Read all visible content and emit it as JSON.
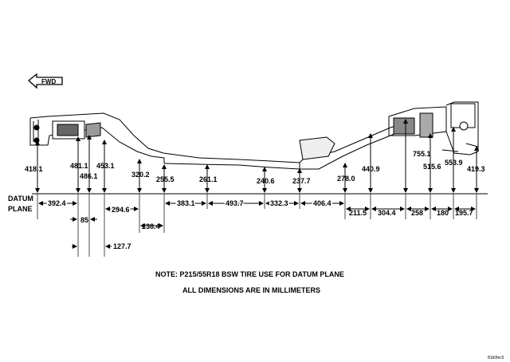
{
  "fwd_label": "FWD",
  "datum_label": [
    "DATUM",
    "PLANE"
  ],
  "vertical_dims": [
    "418.1",
    "481.1",
    "486.1",
    "453.1",
    "320.2",
    "255.5",
    "261.1",
    "240.6",
    "237.7",
    "278.0",
    "440.9",
    "755.1",
    "515.6",
    "553.9",
    "419.3"
  ],
  "horizontal_dims": [
    "392.4",
    "294.6",
    "383.1",
    "493.7",
    "332.3",
    "406.4",
    "211.5",
    "304.4",
    "258",
    "180",
    "195.7"
  ],
  "lower_dims": [
    "85",
    "238.4",
    "127.7"
  ],
  "notes": [
    "NOTE:  P215/55R18 BSW TIRE USE FOR DATUM PLANE",
    "ALL DIMENSIONS ARE IN MILLIMETERS"
  ],
  "figure_id": "81b0fec5"
}
